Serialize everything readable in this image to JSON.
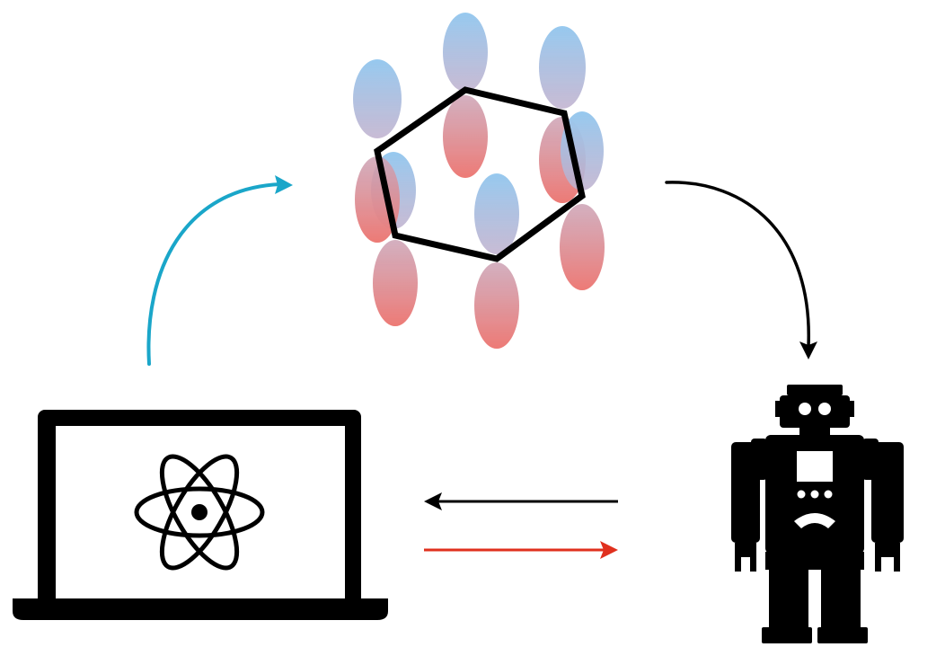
{
  "colors": {
    "background": "#ffffff",
    "ink": "#000000",
    "accent_cyan": "#1aa6c9",
    "accent_red": "#e0301e",
    "lobe_blue": "#8ec5ee",
    "lobe_red": "#ec6f6a"
  },
  "nodes": {
    "laptop": {
      "icon": "laptop-icon",
      "screen_icon": "atom-icon"
    },
    "molecule": {
      "icon": "benzene-pi-orbitals-icon",
      "orbital_count": 6
    },
    "robot": {
      "icon": "robot-icon"
    }
  },
  "arrows": [
    {
      "from": "laptop",
      "to": "molecule",
      "color": "accent_cyan",
      "style": "curved"
    },
    {
      "from": "molecule",
      "to": "robot",
      "color": "ink",
      "style": "curved"
    },
    {
      "from": "robot",
      "to": "laptop",
      "color": "ink",
      "style": "straight"
    },
    {
      "from": "laptop",
      "to": "robot",
      "color": "accent_red",
      "style": "straight"
    }
  ]
}
